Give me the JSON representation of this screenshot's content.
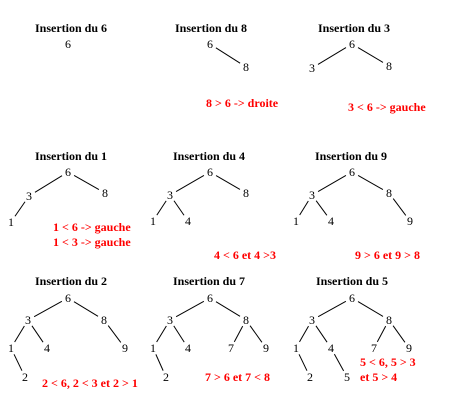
{
  "note_color": "#ff0000",
  "panels": [
    {
      "title": "Insertion du 6",
      "nodes": [
        {
          "id": "n6",
          "label": "6"
        }
      ],
      "notes": []
    },
    {
      "title": "Insertion du 8",
      "nodes": [
        {
          "id": "n6",
          "label": "6"
        },
        {
          "id": "n8",
          "label": "8"
        }
      ],
      "edges": [
        [
          "n6",
          "n8"
        ]
      ],
      "notes": [
        "8 > 6  -> droite"
      ]
    },
    {
      "title": "Insertion du 3",
      "nodes": [
        {
          "id": "n6",
          "label": "6"
        },
        {
          "id": "n3",
          "label": "3"
        },
        {
          "id": "n8",
          "label": "8"
        }
      ],
      "edges": [
        [
          "n6",
          "n3"
        ],
        [
          "n6",
          "n8"
        ]
      ],
      "notes": [
        "3 < 6 -> gauche"
      ]
    },
    {
      "title": "Insertion du 1",
      "nodes": [
        {
          "id": "n6",
          "label": "6"
        },
        {
          "id": "n3",
          "label": "3"
        },
        {
          "id": "n8",
          "label": "8"
        },
        {
          "id": "n1",
          "label": "1"
        }
      ],
      "edges": [
        [
          "n6",
          "n3"
        ],
        [
          "n6",
          "n8"
        ],
        [
          "n3",
          "n1"
        ]
      ],
      "notes": [
        "1 < 6 -> gauche",
        "1 < 3 -> gauche"
      ]
    },
    {
      "title": "Insertion du 4",
      "nodes": [
        {
          "id": "n6",
          "label": "6"
        },
        {
          "id": "n3",
          "label": "3"
        },
        {
          "id": "n8",
          "label": "8"
        },
        {
          "id": "n1",
          "label": "1"
        },
        {
          "id": "n4",
          "label": "4"
        }
      ],
      "edges": [
        [
          "n6",
          "n3"
        ],
        [
          "n6",
          "n8"
        ],
        [
          "n3",
          "n1"
        ],
        [
          "n3",
          "n4"
        ]
      ],
      "notes": [
        "4 < 6 et 4 >3"
      ]
    },
    {
      "title": "Insertion du 9",
      "nodes": [
        {
          "id": "n6",
          "label": "6"
        },
        {
          "id": "n3",
          "label": "3"
        },
        {
          "id": "n8",
          "label": "8"
        },
        {
          "id": "n1",
          "label": "1"
        },
        {
          "id": "n4",
          "label": "4"
        },
        {
          "id": "n9",
          "label": "9"
        }
      ],
      "edges": [
        [
          "n6",
          "n3"
        ],
        [
          "n6",
          "n8"
        ],
        [
          "n3",
          "n1"
        ],
        [
          "n3",
          "n4"
        ],
        [
          "n8",
          "n9"
        ]
      ],
      "notes": [
        "9 > 6 et 9 > 8"
      ]
    },
    {
      "title": "Insertion du 2",
      "nodes": [
        {
          "id": "n6",
          "label": "6"
        },
        {
          "id": "n3",
          "label": "3"
        },
        {
          "id": "n8",
          "label": "8"
        },
        {
          "id": "n1",
          "label": "1"
        },
        {
          "id": "n4",
          "label": "4"
        },
        {
          "id": "n9",
          "label": "9"
        },
        {
          "id": "n2",
          "label": "2"
        }
      ],
      "edges": [
        [
          "n6",
          "n3"
        ],
        [
          "n6",
          "n8"
        ],
        [
          "n3",
          "n1"
        ],
        [
          "n3",
          "n4"
        ],
        [
          "n8",
          "n9"
        ],
        [
          "n1",
          "n2"
        ]
      ],
      "notes": [
        "2 < 6, 2 < 3 et 2 > 1"
      ]
    },
    {
      "title": "Insertion du 7",
      "nodes": [
        {
          "id": "n6",
          "label": "6"
        },
        {
          "id": "n3",
          "label": "3"
        },
        {
          "id": "n8",
          "label": "8"
        },
        {
          "id": "n1",
          "label": "1"
        },
        {
          "id": "n4",
          "label": "4"
        },
        {
          "id": "n7",
          "label": "7"
        },
        {
          "id": "n9",
          "label": "9"
        },
        {
          "id": "n2",
          "label": "2"
        }
      ],
      "edges": [
        [
          "n6",
          "n3"
        ],
        [
          "n6",
          "n8"
        ],
        [
          "n3",
          "n1"
        ],
        [
          "n3",
          "n4"
        ],
        [
          "n8",
          "n7"
        ],
        [
          "n8",
          "n9"
        ],
        [
          "n1",
          "n2"
        ]
      ],
      "notes": [
        "7 > 6 et 7 < 8"
      ]
    },
    {
      "title": "Insertion du 5",
      "nodes": [
        {
          "id": "n6",
          "label": "6"
        },
        {
          "id": "n3",
          "label": "3"
        },
        {
          "id": "n8",
          "label": "8"
        },
        {
          "id": "n1",
          "label": "1"
        },
        {
          "id": "n4",
          "label": "4"
        },
        {
          "id": "n7",
          "label": "7"
        },
        {
          "id": "n9",
          "label": "9"
        },
        {
          "id": "n2",
          "label": "2"
        },
        {
          "id": "n5",
          "label": "5"
        }
      ],
      "edges": [
        [
          "n6",
          "n3"
        ],
        [
          "n6",
          "n8"
        ],
        [
          "n3",
          "n1"
        ],
        [
          "n3",
          "n4"
        ],
        [
          "n8",
          "n7"
        ],
        [
          "n8",
          "n9"
        ],
        [
          "n1",
          "n2"
        ],
        [
          "n4",
          "n5"
        ]
      ],
      "notes": [
        "5 < 6, 5 > 3",
        "et 5 > 4"
      ]
    }
  ]
}
